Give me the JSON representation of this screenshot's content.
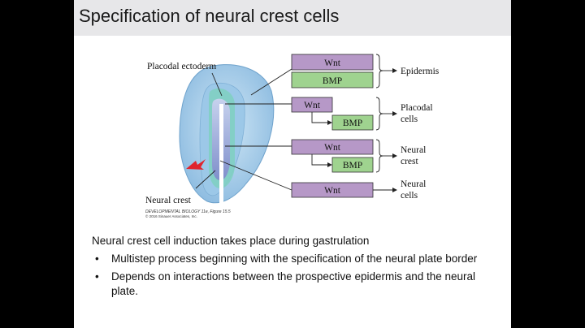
{
  "slide": {
    "title": "Specification of neural crest cells",
    "figure": {
      "label_placodal_ectoderm": "Placodal ectoderm",
      "label_neural_crest": "Neural crest",
      "credit_line1": "DEVELOPMENTAL BIOLOGY 11e, Figure 15.5",
      "credit_line2": "© 2016 Sinauer Associates, Inc.",
      "boxes": {
        "epidermis_wnt": "Wnt",
        "epidermis_bmp": "BMP",
        "placodal_wnt": "Wnt",
        "placodal_bmp": "BMP",
        "crest_wnt": "Wnt",
        "crest_bmp": "BMP",
        "neural_wnt": "Wnt"
      },
      "outcomes": {
        "epidermis": "Epidermis",
        "placodal_1": "Placodal",
        "placodal_2": "cells",
        "crest_1": "Neural",
        "crest_2": "crest",
        "neural_1": "Neural",
        "neural_2": "cells"
      },
      "colors": {
        "wnt_fill": "#b698c7",
        "bmp_fill": "#9fd38f",
        "embryo_outer": "#a7cfe8",
        "embryo_inner": "#8fbfe0",
        "plate": "#9aa7d6",
        "arrow": "#e0242d"
      }
    },
    "lead": "Neural crest cell induction takes place during gastrulation",
    "bullets": [
      "Multistep process beginning with the specification of the neural plate border",
      "Depends on interactions between the prospective epidermis and the neural plate."
    ],
    "bullet_glyph": "•"
  }
}
